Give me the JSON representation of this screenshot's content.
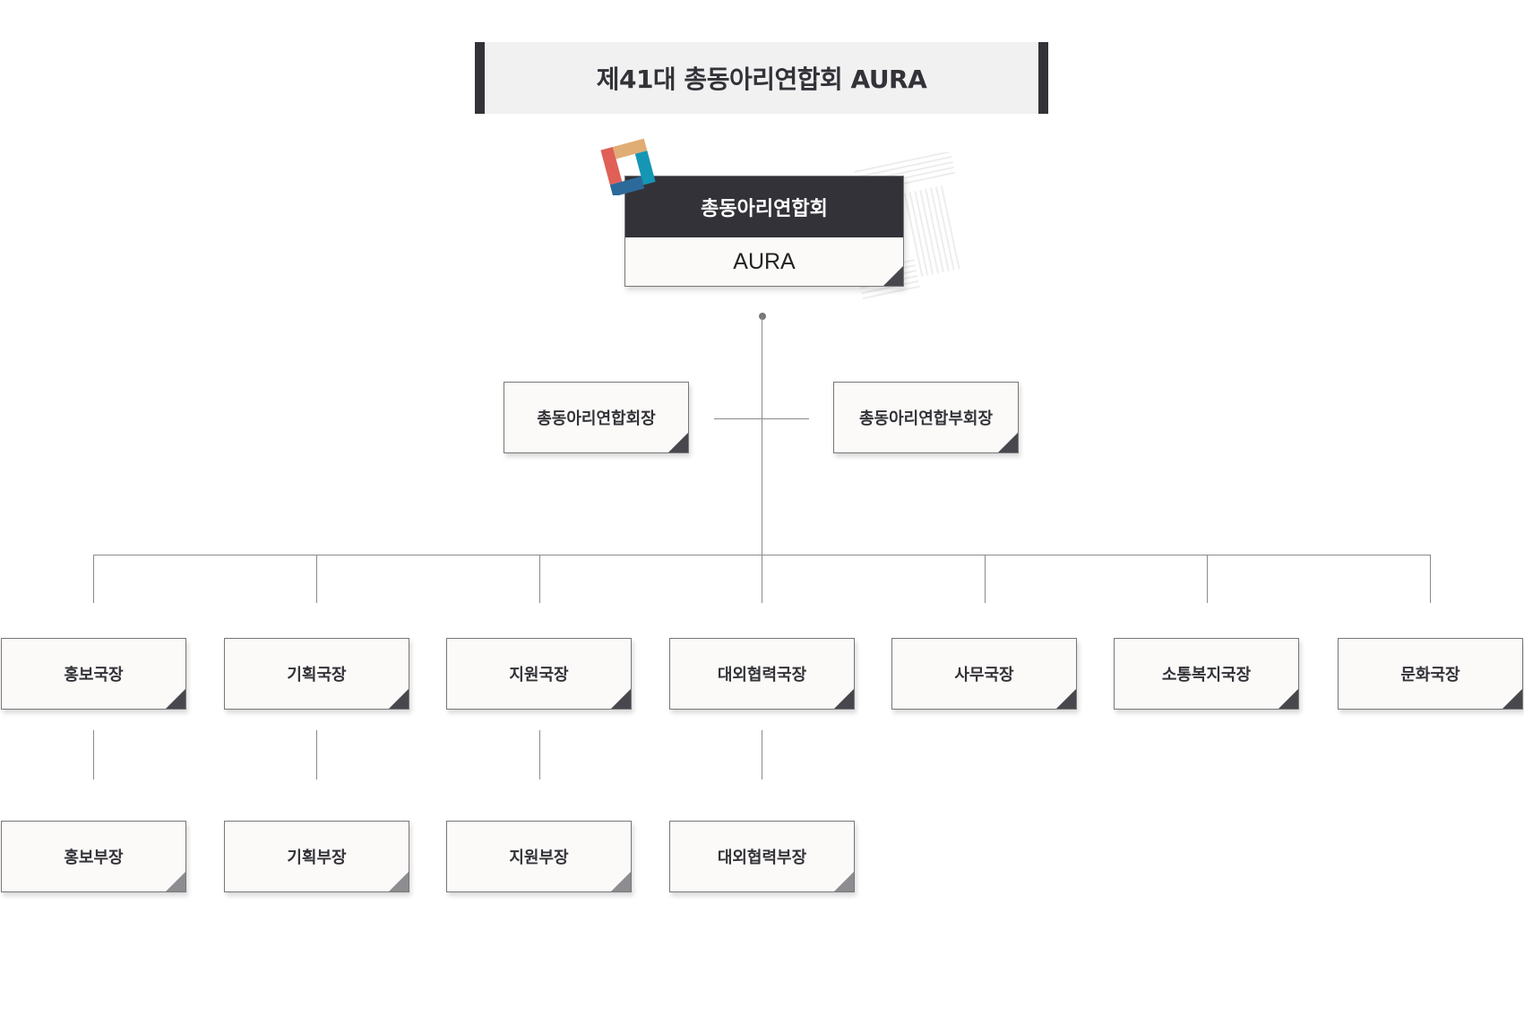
{
  "title": "제41대 총동아리연합회 AURA",
  "organization": {
    "name": "총동아리연합회",
    "subname": "AURA"
  },
  "officers": [
    {
      "label": "총동아리연합회장"
    },
    {
      "label": "총동아리연합부회장"
    }
  ],
  "directors": [
    {
      "label": "홍보국장"
    },
    {
      "label": "기획국장"
    },
    {
      "label": "지원국장"
    },
    {
      "label": "대외협력국장"
    },
    {
      "label": "사무국장"
    },
    {
      "label": "소통복지국장"
    },
    {
      "label": "문화국장"
    }
  ],
  "deputies": [
    {
      "label": "홍보부장"
    },
    {
      "label": "기획부장"
    },
    {
      "label": "지원부장"
    },
    {
      "label": "대외협력부장"
    }
  ],
  "colors": {
    "dark": "#333238",
    "logo_red": "#e05f57",
    "logo_orange": "#e0ad74",
    "logo_teal": "#1596b5",
    "logo_blue": "#2c6a9a"
  }
}
